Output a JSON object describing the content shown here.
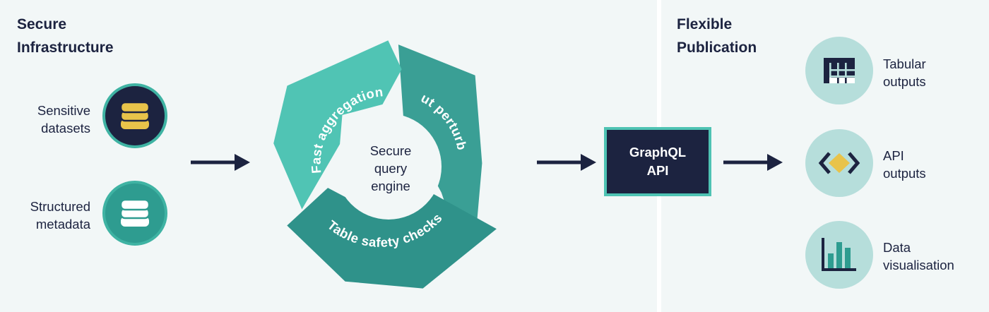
{
  "left_heading": [
    "Secure",
    "Infrastructure"
  ],
  "right_heading": [
    "Flexible",
    "Publication"
  ],
  "inputs": [
    {
      "label": [
        "Sensitive",
        "datasets"
      ],
      "icon": "database-icon"
    },
    {
      "label": [
        "Structured",
        "metadata"
      ],
      "icon": "database-icon"
    }
  ],
  "cycle": {
    "segments": [
      "Fast aggregation",
      "Output perturbation",
      "Table safety checks"
    ],
    "center_label": [
      "Secure",
      "query",
      "engine"
    ]
  },
  "api_box": [
    "GraphQL",
    "API"
  ],
  "outputs": [
    {
      "label": [
        "Tabular",
        "outputs"
      ],
      "icon": "table-grid-icon"
    },
    {
      "label": [
        "API",
        "outputs"
      ],
      "icon": "code-brackets-icon"
    },
    {
      "label": [
        "Data",
        "visualisation"
      ],
      "icon": "bar-chart-icon"
    }
  ],
  "colors": {
    "navy": "#1c2340",
    "teal_light": "#50c4b4",
    "teal_mid": "#3a9f95",
    "teal_dark": "#2e8f88",
    "gold": "#e8c34a",
    "icon_circle": "#b6dedb",
    "background": "#f2f7f7"
  }
}
